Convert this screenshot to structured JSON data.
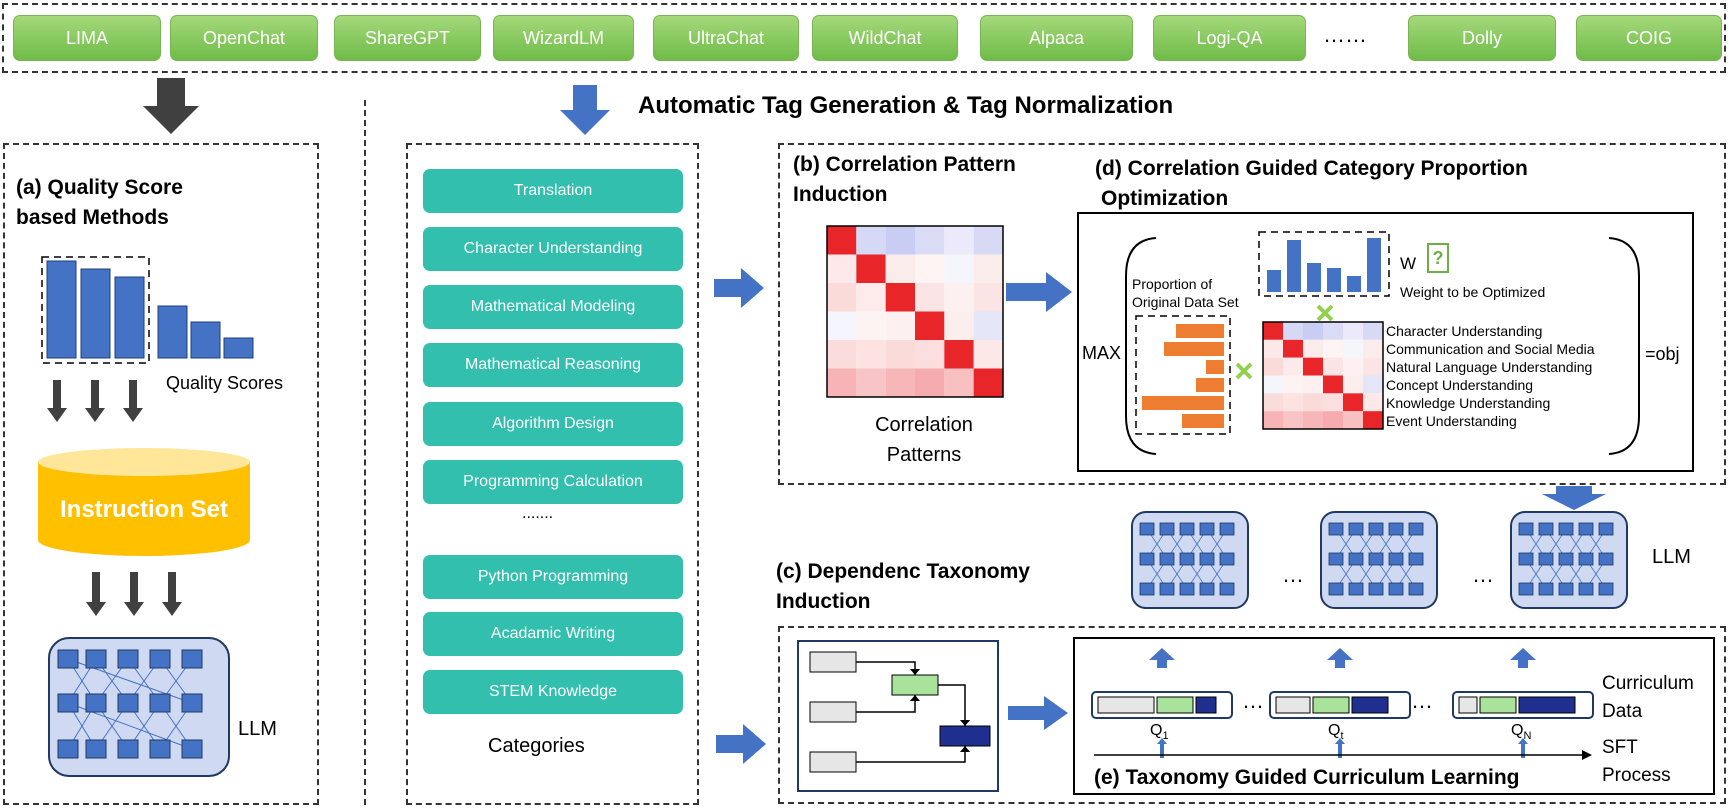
{
  "sources": [
    "LIMA",
    "OpenChat",
    "ShareGPT",
    "WizardLM",
    "UltraChat",
    "WildChat",
    "Alpaca",
    "Logi-QA",
    "……",
    "Dolly",
    "COIG"
  ],
  "header": "Automatic Tag Generation & Tag Normalization",
  "panel_a": {
    "title_line1": "(a) Quality Score",
    "title_line2": "based Methods",
    "quality_label": "Quality Scores",
    "instruction_set": "Instruction Set",
    "llm": "LLM"
  },
  "categories": {
    "top": [
      "Translation",
      "Character Understanding",
      "Mathematical Modeling",
      "Mathematical Reasoning",
      "Algorithm Design",
      "Programming Calculation"
    ],
    "ellipsis": ".......",
    "bottom": [
      "Python Programming",
      "Acadamic Writing",
      "STEM Knowledge"
    ],
    "caption": "Categories"
  },
  "panel_b": {
    "title_line1": "(b) Correlation Pattern",
    "title_line2": "Induction",
    "caption_line1": "Correlation",
    "caption_line2": "Patterns"
  },
  "panel_d": {
    "title_line1": "(d) Correlation Guided Category Proportion",
    "title_line2": "Optimization",
    "max": "MAX",
    "proportion_line1": "Proportion of",
    "proportion_line2": "Original Data Set",
    "w": "W",
    "weight_label": "Weight to be Optimized",
    "obj": "=obj",
    "row_labels": [
      "Character Understanding",
      "Communication and Social Media",
      "Natural Language Understanding",
      "Concept Understanding",
      "Knowledge Understanding",
      "Event Understanding"
    ],
    "question_icon": "?"
  },
  "llm_row": {
    "dots": "…",
    "llm": "LLM"
  },
  "panel_c": {
    "title_line1": "(c) Dependenc Taxonomy",
    "title_line2": "Induction"
  },
  "panel_e": {
    "title": "(e) Taxonomy Guided Curriculum Learning",
    "curriculum_line1": "Curriculum",
    "curriculum_line2": "Data",
    "sft_line1": "SFT",
    "sft_line2": "Process",
    "q_labels": [
      "Q",
      "Q",
      "Q"
    ],
    "q_subs": [
      "1",
      "t",
      "N"
    ],
    "dots": "…"
  },
  "colors": {
    "green_pill": "#6fbb48",
    "teal": "#33bfae",
    "blue_arrow": "#4472c4",
    "dark_arrow": "#404040",
    "bar_blue": "#4472c4",
    "bar_orange": "#ed7d31",
    "cylinder_yellow": "#ffc000",
    "llm_bg": "#cfdaf2"
  }
}
